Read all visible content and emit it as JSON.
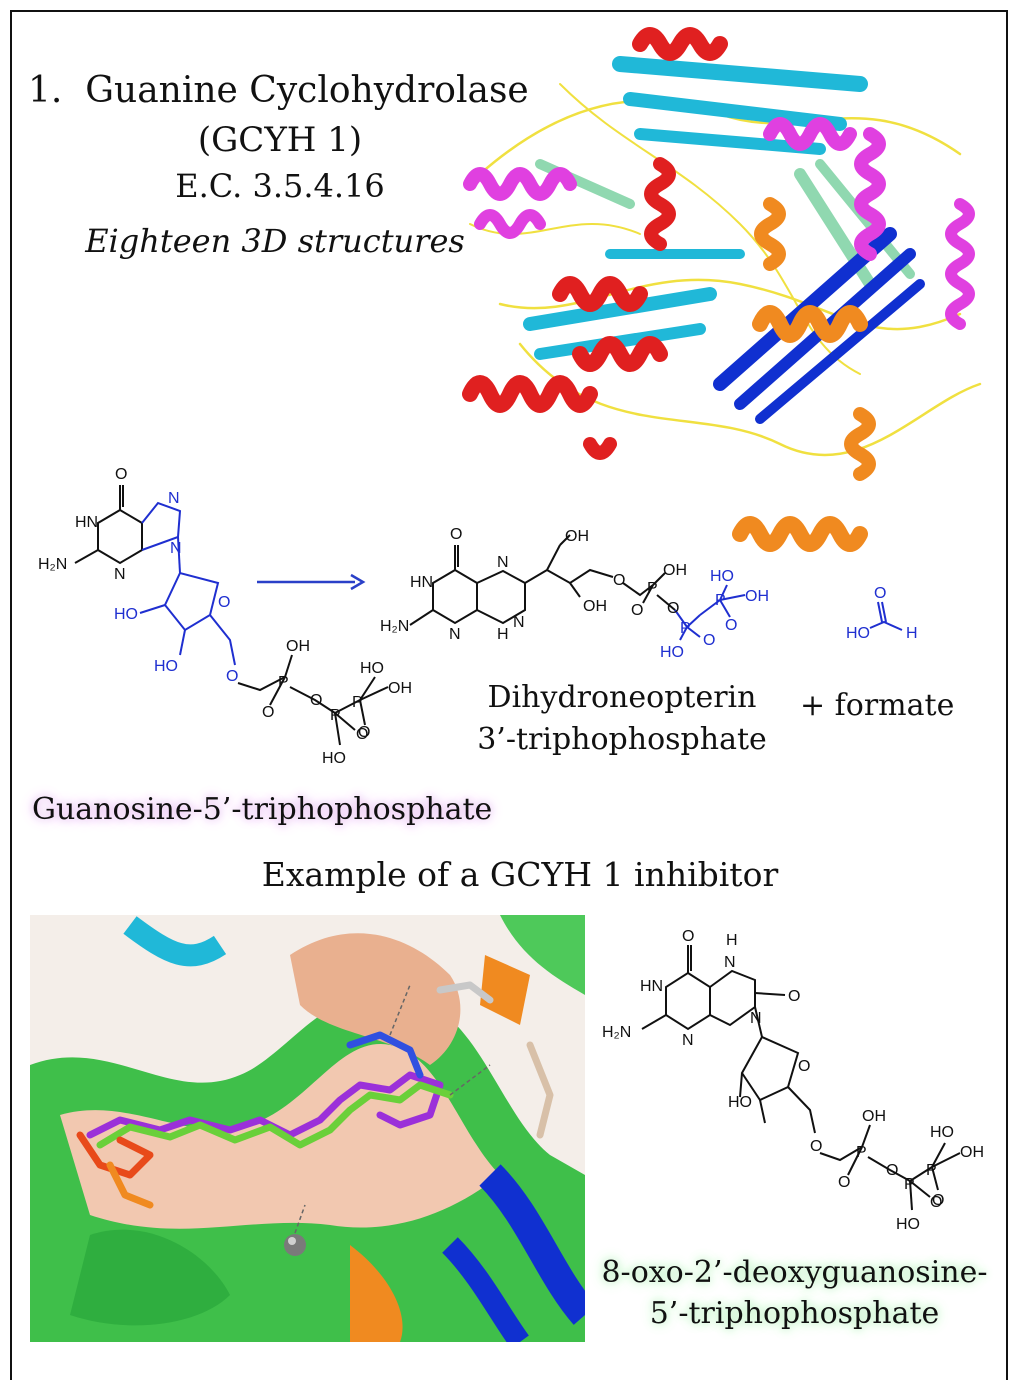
{
  "header": {
    "number": "1.",
    "title_line1": "Guanine Cyclohydrolase",
    "title_line2": "(GCYH 1)",
    "ec_number": "E.C. 3.5.4.16",
    "structures_note": "Eighteen 3D structures"
  },
  "reaction": {
    "substrate_name": "Guanosine-5’-triphophosphate",
    "product_name_line1": "Dihydroneopterin",
    "product_name_line2": "3’-triphophosphate",
    "byproduct": "+ formate"
  },
  "inhibitor": {
    "section_title": "Example of a GCYH 1 inhibitor",
    "name_line1": "8-oxo-2’-deoxyguanosine-",
    "name_line2": "5’-triphophosphate"
  },
  "atoms": {
    "O": "O",
    "N": "N",
    "HN": "HN",
    "H": "H",
    "H2N": "H₂N",
    "HO": "HO",
    "OH": "OH",
    "P": "P"
  },
  "colors": {
    "black_bond": "#111111",
    "blue_atom": "#1f2fd0",
    "arrow": "#2a40c8",
    "helix_magenta": "#e040e0",
    "helix_red": "#e02020",
    "helix_orange": "#f08a20",
    "sheet_cyan": "#20b8d8",
    "sheet_blue": "#1030d0",
    "sheet_mint": "#90d8b0",
    "loop_yellow": "#f0e040"
  }
}
